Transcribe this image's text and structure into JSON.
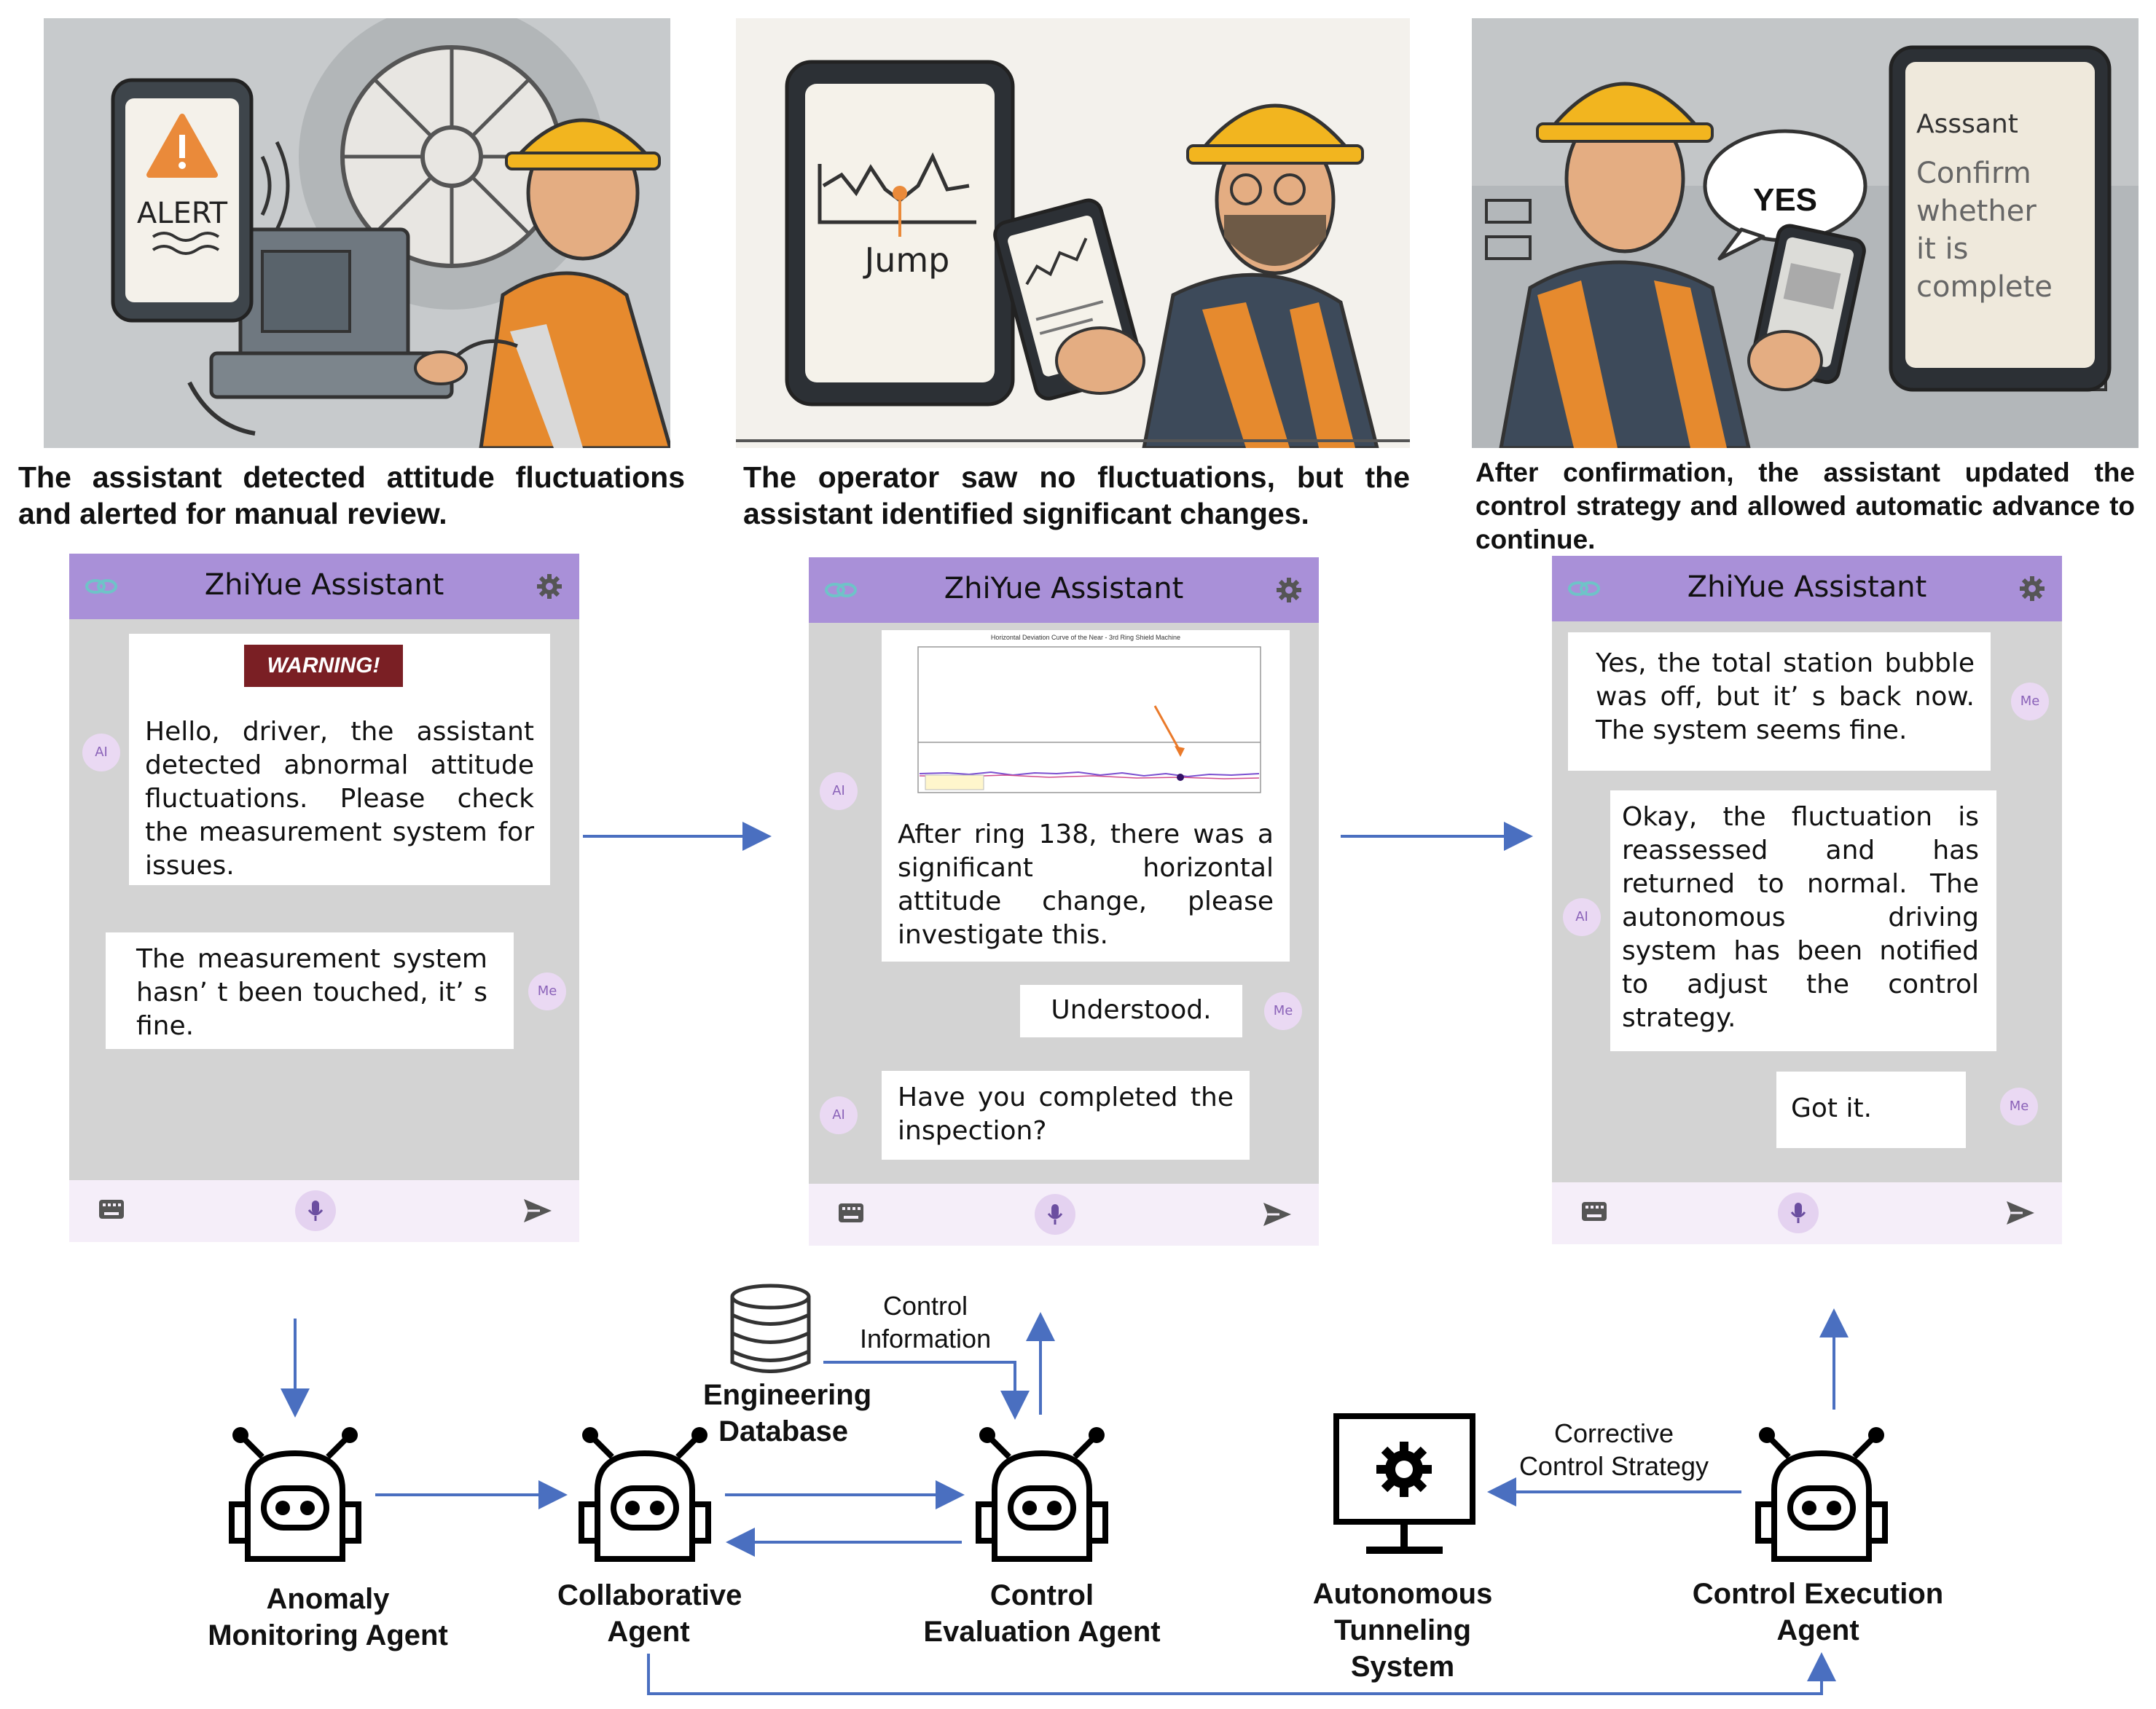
{
  "scenes": [
    {
      "caption": "The assistant detected attitude fluctuations and alerted for manual review.",
      "screen_text": "ALERT"
    },
    {
      "caption": "The operator saw no fluctuations, but the assistant identified significant changes.",
      "screen_text": "Jump"
    },
    {
      "caption": "After confirmation, the assistant updated the control strategy and allowed automatic advance to continue.",
      "speech": "YES",
      "phone_header": "Asssant",
      "phone_text": [
        "Confirm",
        "whether",
        "it is",
        "complete"
      ]
    }
  ],
  "phones": [
    {
      "title": "ZhiYue Assistant",
      "warning_label": "WARNING!",
      "messages": [
        {
          "sender": "AI",
          "text": "Hello, driver, the assistant detected abnormal attitude fluctuations. Please check the measurement system for issues."
        },
        {
          "sender": "Me",
          "text": "The measurement system hasn’ t been touched, it’ s fine."
        }
      ]
    },
    {
      "title": "ZhiYue Assistant",
      "chart_title": "Horizontal Deviation Curve of the Near - 3rd Ring Shield Machine",
      "messages": [
        {
          "sender": "AI",
          "text": "After ring 138, there was a significant horizontal attitude change, please investigate this."
        },
        {
          "sender": "Me",
          "text": "Understood."
        },
        {
          "sender": "AI",
          "text": "Have you completed the inspection?"
        }
      ]
    },
    {
      "title": "ZhiYue Assistant",
      "messages": [
        {
          "sender": "Me",
          "text": "Yes, the total station bubble was off, but it’ s back now. The system seems fine."
        },
        {
          "sender": "AI",
          "text": "Okay, the fluctuation is reassessed and has returned to normal. The autonomous driving system has been notified to adjust the control strategy."
        },
        {
          "sender": "Me",
          "text": "Got it."
        }
      ]
    }
  ],
  "agents": {
    "anomaly": "Anomaly  Monitoring Agent",
    "collaborative": "Collaborative Agent",
    "evaluation": "Control Evaluation Agent",
    "execution": "Control Execution Agent"
  },
  "database": "Engineering Database",
  "system": "Autonomous Tunneling System",
  "flows": {
    "control_info": "Control Information",
    "corrective": "Corrective Control Strategy"
  },
  "colors": {
    "arrow": "#4a6fc0",
    "header": "#a990d8",
    "phone_bg": "#d3d3d3",
    "avatar_text": "#8a62b8"
  }
}
